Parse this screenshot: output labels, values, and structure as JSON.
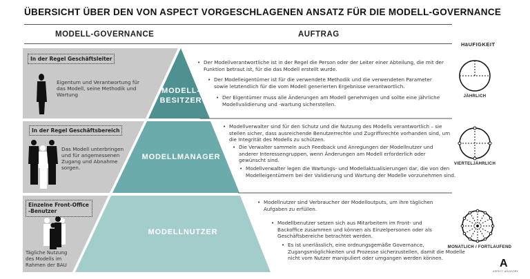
{
  "title": "ÜBERSICHT ÜBER DEN VON ASPECT VORGESCHLAGENEN ANSATZ FÜR DIE MODELL-GOVERNANCE",
  "headers": {
    "governance": "MODELL-GOVERNANCE",
    "auftrag": "AUFTRAG",
    "haeufigkeit": "HäUFIGKEIT"
  },
  "tiers": [
    {
      "name": "MODELL-\nBESITZER",
      "tag": "In der Regel Geschäftsleiter",
      "desc": "Eigentum und Verantwortung für das Modell, seine Methodik und Wartung",
      "bullets": [
        "Der Modellverantwortliche ist in der Regel die Person oder der Leiter einer Abteilung, die mit der Funktion betraut ist, für die das Modell erstellt wurde.",
        "Der Modelleigentümer ist für die verwendete Methodik und die verwendeten Parameter sowie letztendlich für die vom Modell generierten Ergebnisse verantwortlich.",
        "Der Eigentümer muss alle Änderungen am Modell genehmigen und sollte eine jährliche Modellvalidierung und -wartung sicherstellen."
      ],
      "frequency": "JÄHRLICH"
    },
    {
      "name": "MODELLMANAGER",
      "tag": "In der Regel Geschäftsbereich",
      "desc": "Das Modell unterbringen und für angemessenen Zugang und Abnahme sorgen.",
      "bullets": [
        "Modellverwalter sind für den Schutz und die Nutzung des Modells verantwortlich – sie stellen sicher, dass ausreichende Benutzerrechte und Zugriffsrechte vorhanden sind, um die Integrität des Modells zu schützen.",
        "Die Verwalter sammeln auch Feedback und Anregungen der Modellnutzer und anderer Interessengruppen, wenn Änderungen am Modell erforderlich oder gewünscht sind.",
        "Modellverwalter legen die Wartungs- und Modellaktualisierungen dar, die von den Modelleigentümern bei der Validierung und Wartung der Modelle vorzunehmen sind."
      ],
      "frequency": "VIERTELJÄHRLICH"
    },
    {
      "name": "MODELLNUTZER",
      "tag": "Einzelne Front-Office -Benutzer",
      "desc": "Tägliche Nutzung des Modells im Rahmen der BAU",
      "bullets": [
        "Modellnutzer sind Verbraucher der Modelloutputs, um ihre täglichen Aufgaben zu erfüllen.",
        "Modellbenutzer setzen sich aus Mitarbeitern im Front- und Backoffice zusammen und können als Einzelpersonen oder als Geschäftsbereiche betrachtet werden.",
        "Es ist unerlässlich, eine ordnungsgemäße Governance, Zugangsmöglichkeiten und Prozesse sicherzustellen, damit die Modelle nicht vom Nutzer manipuliert oder umgangen werden können."
      ],
      "frequency": "MONATLICH / FORTLAUFEND"
    }
  ],
  "logo": {
    "mark": "A",
    "text": "ASPECT ADVISORY"
  },
  "colors": {
    "tier1": "#4f9191",
    "tier2": "#6cabab",
    "tier3": "#a2cdcb",
    "gray": "#c9c9c9"
  }
}
